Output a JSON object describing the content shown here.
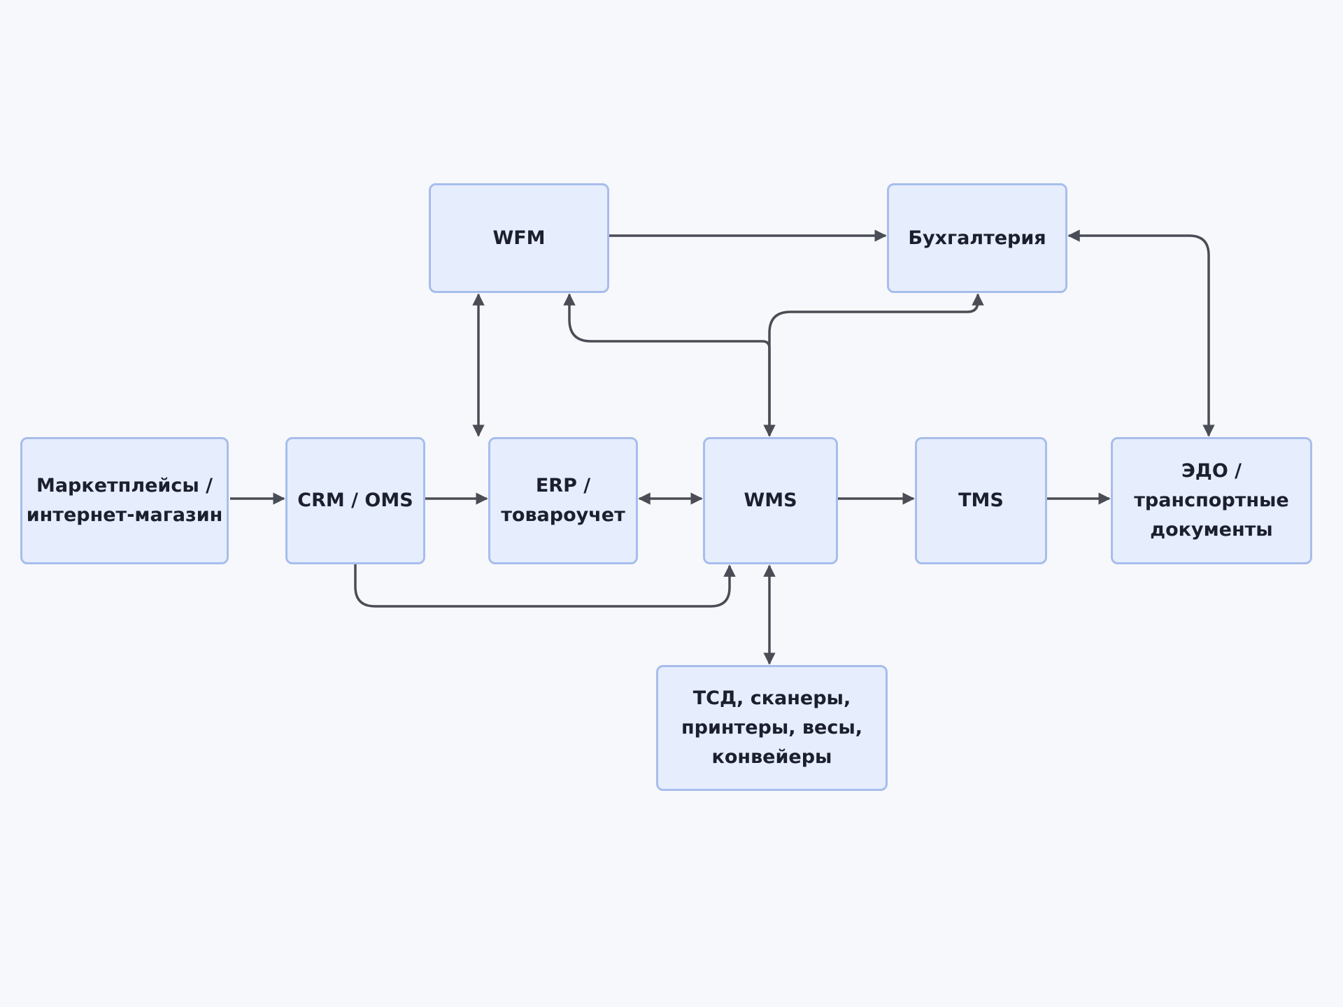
{
  "diagram": {
    "colors": {
      "node_fill": "#e6edfd",
      "node_border": "#a7bdec",
      "edge": "#4a4d55",
      "text": "#1b1f2e",
      "background": "#f7f8fb"
    },
    "nodes": {
      "wfm": "WFM",
      "buh": "Бухгалтерия",
      "market": "Маркетплейсы /\nинтернет-магазин",
      "crm": "CRM / OMS",
      "erp": "ERP /\nтовароучет",
      "wms": "WMS",
      "tms": "TMS",
      "edo": "ЭДО /\nтранспортные\nдокументы",
      "tsd": "ТСД, сканеры,\nпринтеры, весы,\nконвейеры"
    },
    "edges": [
      {
        "from": "WFM",
        "to": "Бухгалтерия",
        "direction": "forward"
      },
      {
        "from": "Бухгалтерия",
        "to": "ЭДО / транспортные документы",
        "direction": "both"
      },
      {
        "from": "WFM",
        "to": "ERP / товароучет",
        "direction": "both"
      },
      {
        "from": "WMS",
        "to": "WFM",
        "direction": "both"
      },
      {
        "from": "WMS",
        "to": "Бухгалтерия",
        "direction": "both"
      },
      {
        "from": "Маркетплейсы / интернет-магазин",
        "to": "CRM / OMS",
        "direction": "forward"
      },
      {
        "from": "CRM / OMS",
        "to": "ERP / товароучет",
        "direction": "forward"
      },
      {
        "from": "ERP / товароучет",
        "to": "WMS",
        "direction": "both"
      },
      {
        "from": "WMS",
        "to": "TMS",
        "direction": "forward"
      },
      {
        "from": "TMS",
        "to": "ЭДО / транспортные документы",
        "direction": "forward"
      },
      {
        "from": "CRM / OMS",
        "to": "WMS",
        "direction": "forward"
      },
      {
        "from": "WMS",
        "to": "ТСД, сканеры, принтеры, весы, конвейеры",
        "direction": "both"
      }
    ]
  }
}
